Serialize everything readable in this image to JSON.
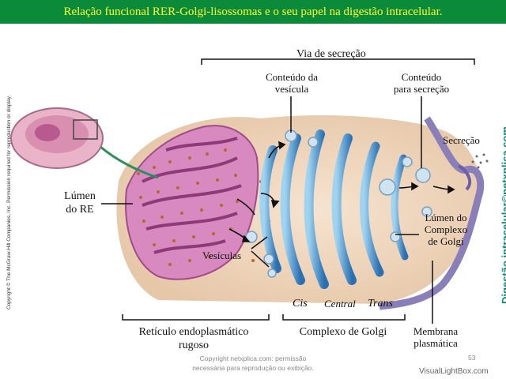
{
  "title": "Relação funcional RER-Golgi-lisossomas e o seu papel na digestão intracelular.",
  "labels": {
    "via_secrecao": "Via de secreção",
    "conteudo_vesicula_1": "Conteúdo da",
    "conteudo_vesicula_2": "vesícula",
    "conteudo_secrecao_1": "Conteúdo",
    "conteudo_secrecao_2": "para secreção",
    "secrecao": "Secreção",
    "lumen_re_1": "Lúmen",
    "lumen_re_2": "do RE",
    "lumen_golgi_1": "Lúmen do",
    "lumen_golgi_2": "Complexo",
    "lumen_golgi_3": "de Golgi",
    "vesiculas": "Vesículas",
    "cis": "Cis",
    "central": "Central",
    "trans": "Trans",
    "reticulo_1": "Retículo endoplasmático",
    "reticulo_2": "rugoso",
    "complexo_golgi": "Complexo de Golgi",
    "membrana_1": "Membrana",
    "membrana_2": "plasmática"
  },
  "copyright_side": "Copyright © The McGraw-Hill Companies, Inc. Permission required for reproduction or display.",
  "watermark_side": "Digestão intracelular©netxplica.com",
  "footer_line1": "Copyright netxplica.com: permissão",
  "footer_line2": "necessária para reprodução ou exibição.",
  "page_number": "53",
  "watermark_bottom": "VisualLightBox.com",
  "colors": {
    "title_bg": "#0b8a3a",
    "title_text": "#ffff33",
    "er": "#c0579a",
    "golgi": "#3a8fc8",
    "membrane": "#8a7fb8"
  }
}
